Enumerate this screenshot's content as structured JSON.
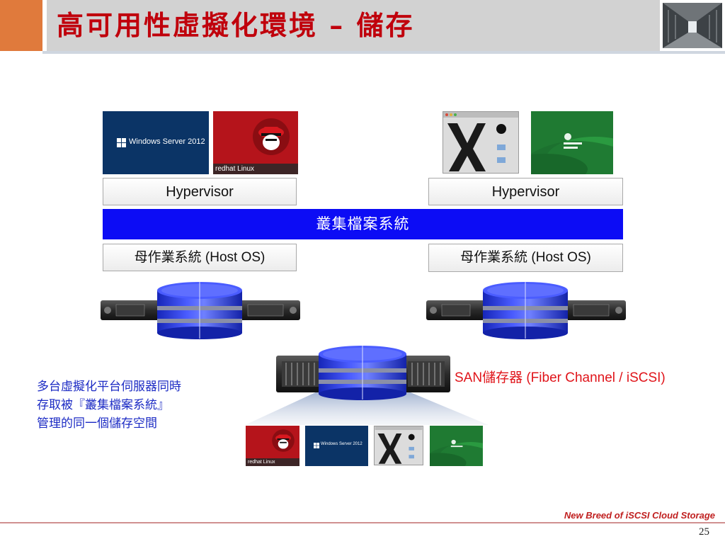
{
  "header": {
    "title": "高可用性虛擬化環境 – 儲存"
  },
  "top_left": {
    "windows_tile": "Windows Server 2012",
    "redhat_tile": "redhat Linux",
    "hypervisor": "Hypervisor",
    "host_os": "母作業系統 (Host OS)"
  },
  "top_right": {
    "hypervisor": "Hypervisor",
    "host_os": "母作業系統 (Host OS)"
  },
  "cluster_fs": "叢集檔案系統",
  "san_label": "SAN儲存器 (Fiber Channel / iSCSI)",
  "note": {
    "lines": [
      "多台虛擬化平台伺服器同時",
      "存取被『叢集檔案系統』",
      "管理的同一個儲存空間"
    ]
  },
  "bottom_tiles": {
    "redhat": "redhat Linux",
    "windows": "Windows Server 2012"
  },
  "footer": {
    "brand": "New Breed of iSCSI Cloud Storage",
    "page_number": "25"
  },
  "colors": {
    "title_red": "#c0000c",
    "accent_orange": "#e07a3c",
    "cluster_blue": "#0c0cf5",
    "note_blue": "#1c2bc4",
    "san_red": "#e0141a",
    "cylinder_blue": "#2f3fe0"
  },
  "icons": {
    "logo": "datacenter-corridor-icon",
    "redhat": "redhat-shadowman-icon",
    "windows": "windows-logo-icon",
    "mac": "mac-os-x-icon",
    "suse": "suse-chameleon-icon",
    "storage": "storage-cylinder-icon",
    "server": "rack-server-icon"
  }
}
